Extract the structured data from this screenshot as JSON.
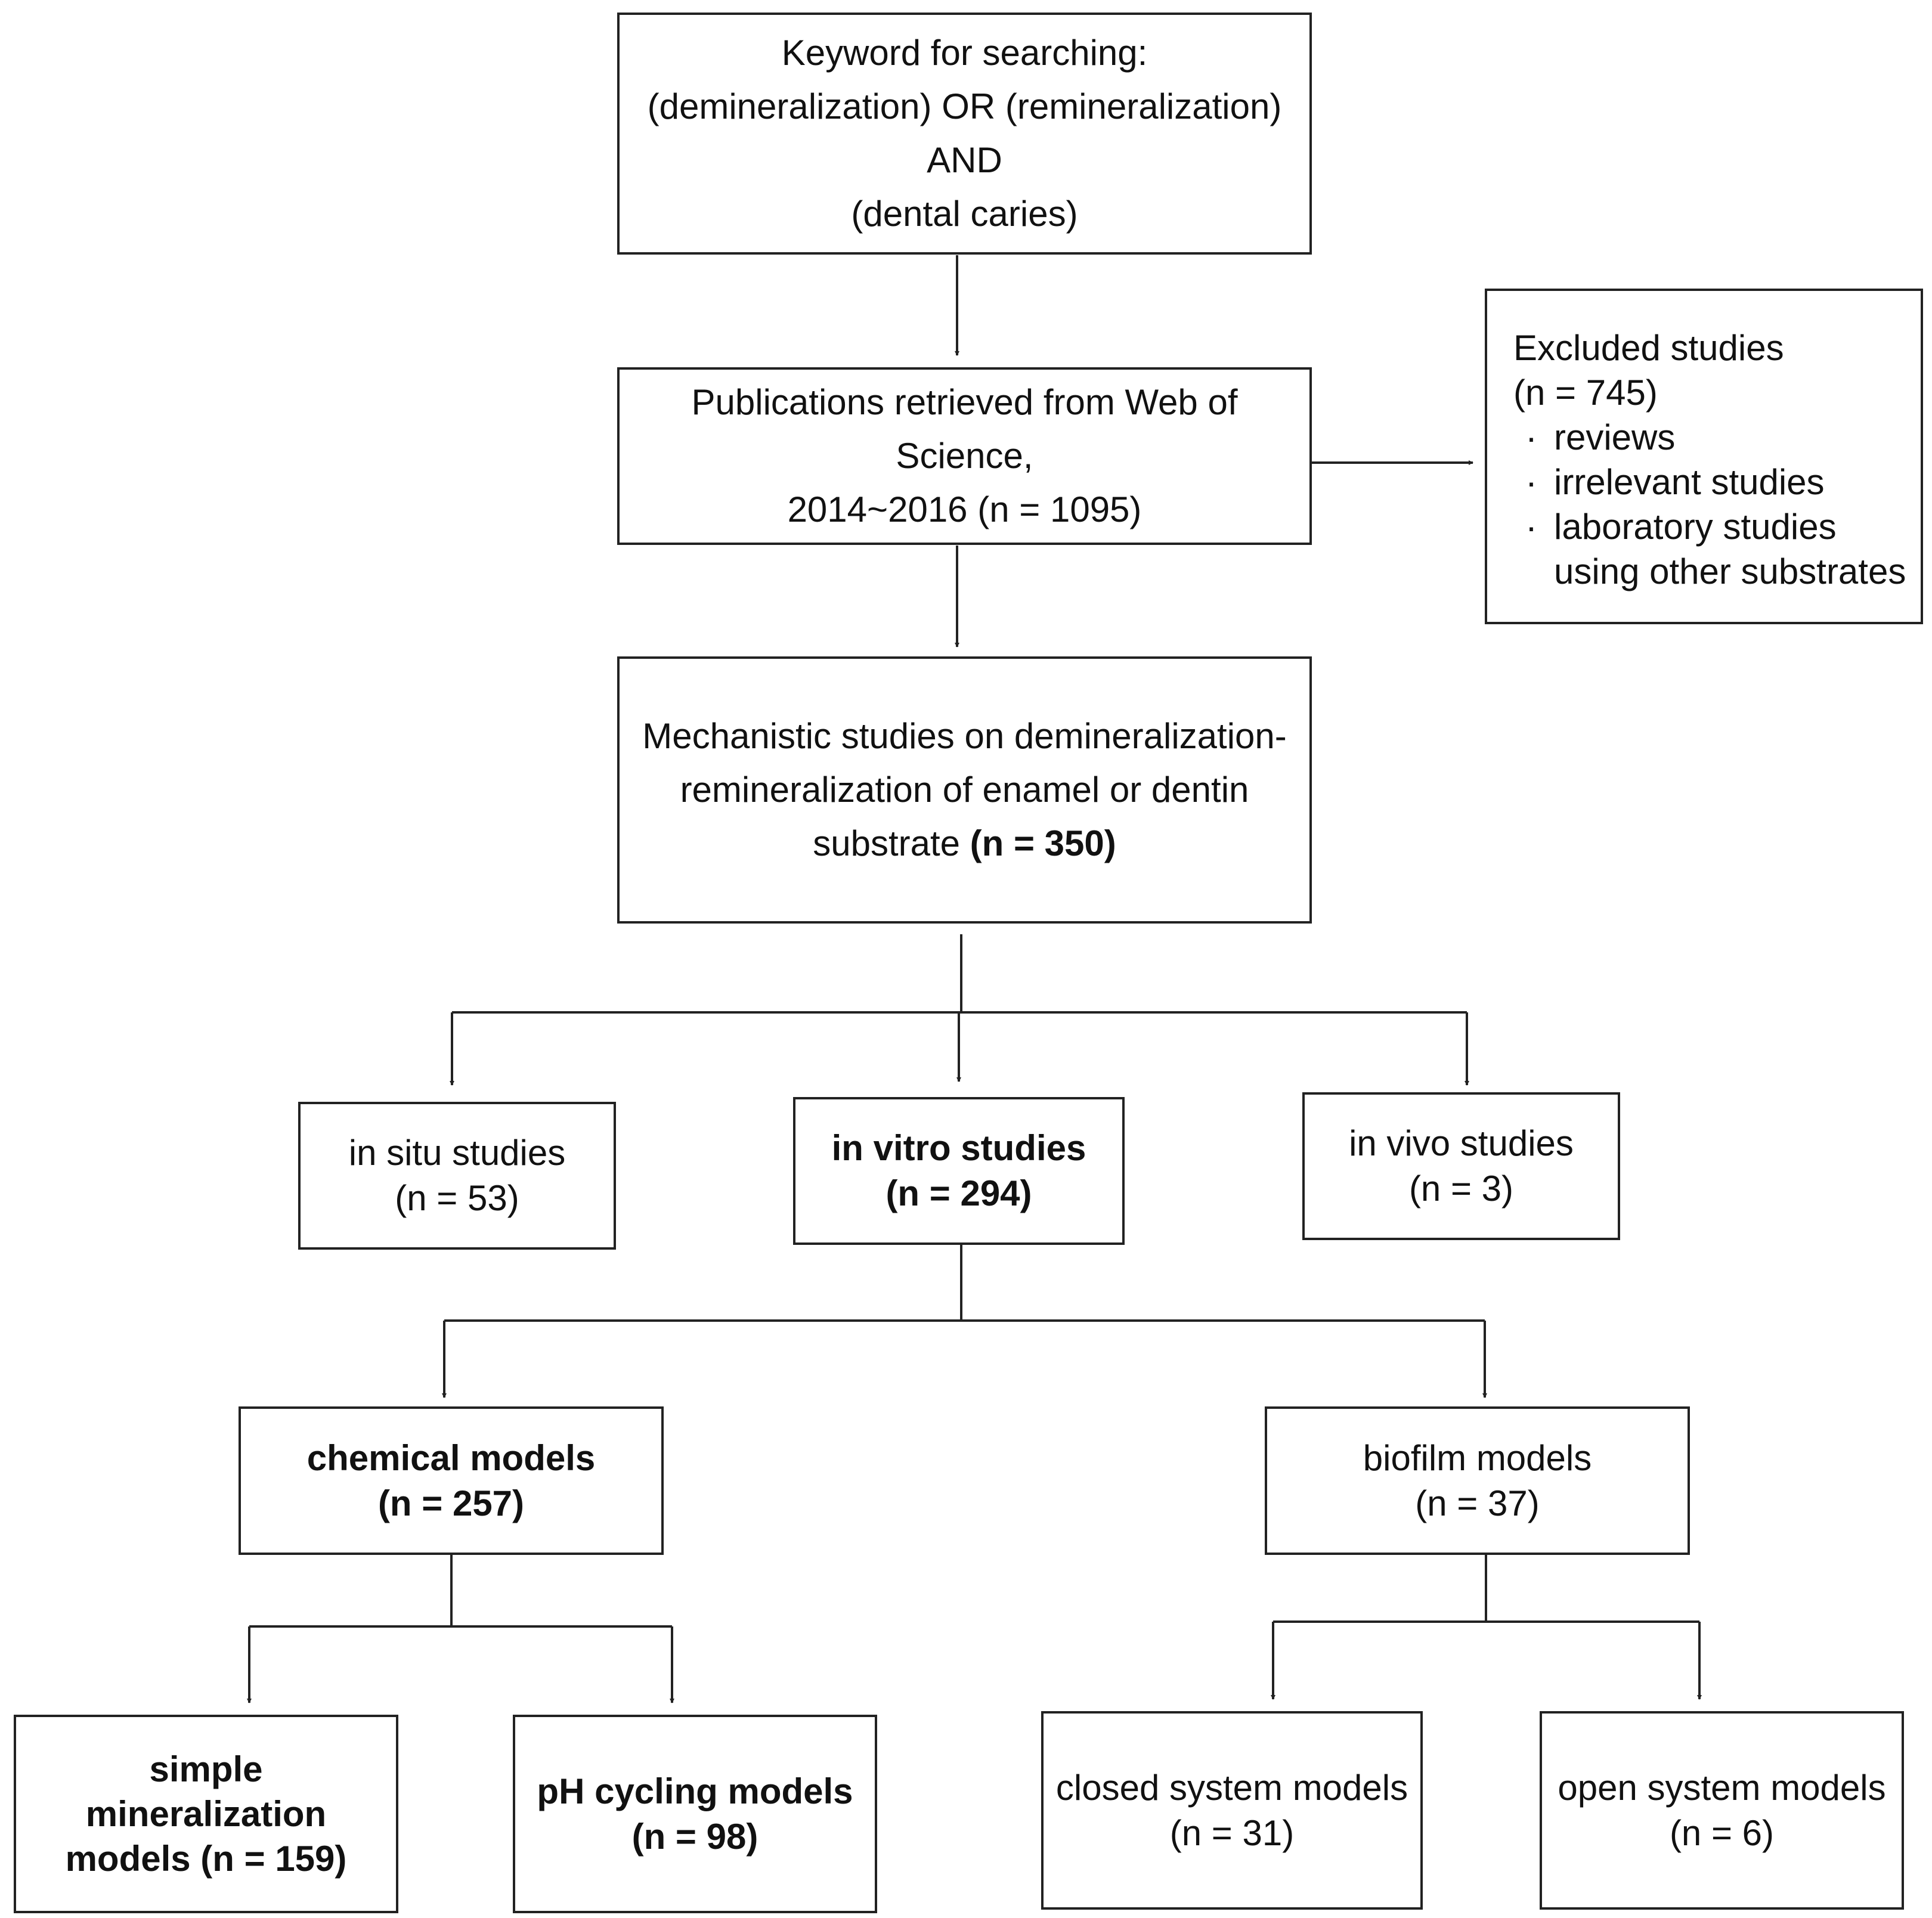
{
  "search": {
    "line1": "Keyword for searching:",
    "line2": "(demineralization) OR (remineralization)",
    "line3": "AND",
    "line4": "(dental caries)"
  },
  "retrieved": {
    "line1": "Publications retrieved from Web of",
    "line2": "Science,",
    "line3": "2014~2016  (n = 1095)"
  },
  "excluded": {
    "title": "Excluded studies",
    "count": "(n = 745)",
    "bullet": "·",
    "items": [
      "reviews",
      "irrelevant studies",
      "laboratory studies"
    ],
    "items_continuation": "using other substrates"
  },
  "mechanistic": {
    "line1": "Mechanistic studies on demineralization-",
    "line2": "remineralization  of enamel or dentin",
    "line3_prefix": "substrate ",
    "line3_bold": "(n = 350)"
  },
  "in_situ": {
    "label": "in situ studies",
    "count": "(n = 53)"
  },
  "in_vitro": {
    "label": "in vitro studies",
    "count": "(n = 294)"
  },
  "in_vivo": {
    "label": "in vivo studies",
    "count": "(n = 3)"
  },
  "chemical": {
    "label": "chemical models",
    "count": "(n = 257)"
  },
  "biofilm": {
    "label": "biofilm models",
    "count": "(n = 37)"
  },
  "simple": {
    "line1": "simple",
    "line2": "mineralization",
    "line3": "models (n = 159)"
  },
  "ph_cycling": {
    "label": "pH cycling models",
    "count": "(n = 98)"
  },
  "closed": {
    "label": "closed system models",
    "count": "(n = 31)"
  },
  "open": {
    "label": "open system models",
    "count": "(n = 6)"
  }
}
